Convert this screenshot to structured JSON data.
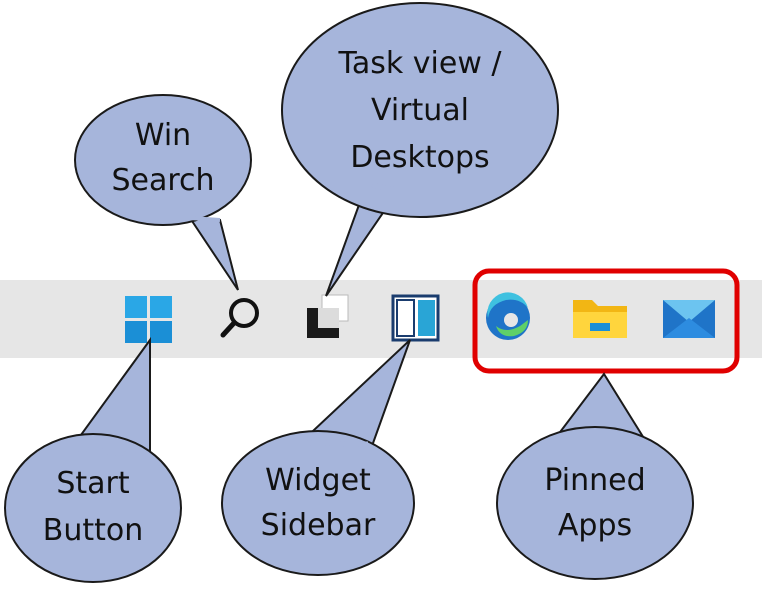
{
  "taskbar": {
    "background": "#e5e5e5",
    "icons": [
      {
        "id": "start",
        "icon": "windows-start-icon"
      },
      {
        "id": "search",
        "icon": "search-icon"
      },
      {
        "id": "taskview",
        "icon": "task-view-icon"
      },
      {
        "id": "widgets",
        "icon": "widgets-icon"
      },
      {
        "id": "edge",
        "icon": "edge-browser-icon"
      },
      {
        "id": "explorer",
        "icon": "file-explorer-folder-icon"
      },
      {
        "id": "mail",
        "icon": "mail-icon"
      }
    ],
    "pinned_highlight_color": "#e00000"
  },
  "callouts": {
    "win_search": [
      "Win",
      "Search"
    ],
    "task_view": [
      "Task view /",
      "Virtual",
      "Desktops"
    ],
    "start_button": [
      "Start",
      "Button"
    ],
    "widget_sidebar": [
      "Widget",
      "Sidebar"
    ],
    "pinned_apps": [
      "Pinned",
      "Apps"
    ]
  },
  "colors": {
    "bubble_fill": "#a6b5db",
    "bubble_stroke": "#1a1a1a",
    "text": "#111111"
  }
}
